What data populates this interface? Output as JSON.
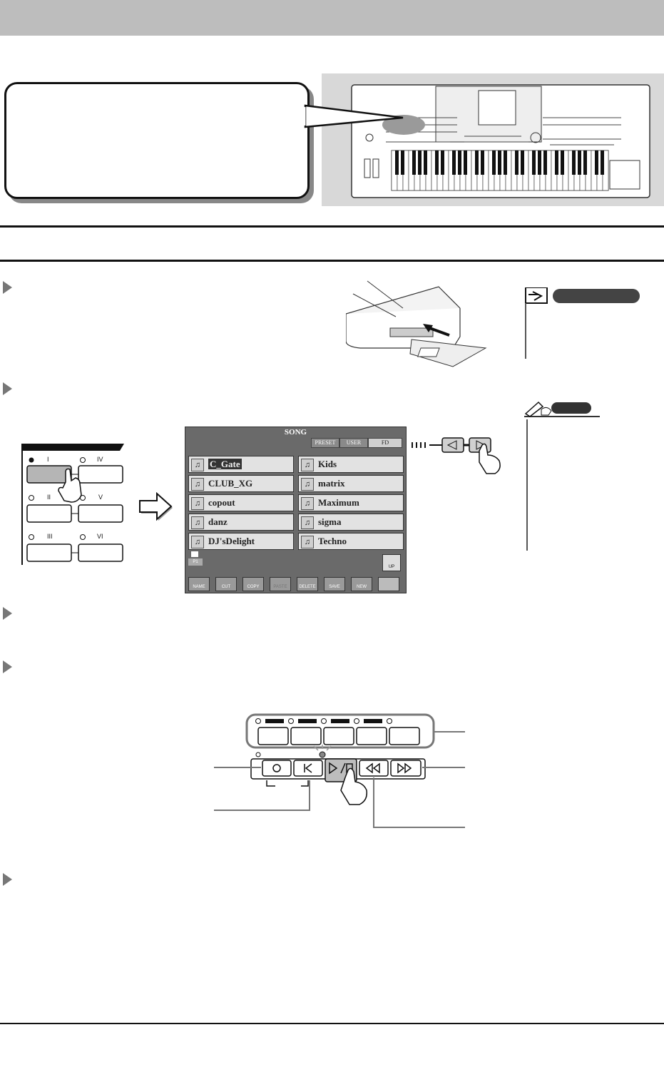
{
  "lcd": {
    "title": "SONG",
    "tabs": [
      "PRESET",
      "USER",
      "FD"
    ],
    "songs_left": [
      "C_Gate",
      "CLUB_XG",
      "copout",
      "danz",
      "DJ'sDelight"
    ],
    "songs_right": [
      "Kids",
      "matrix",
      "Maximum",
      "sigma",
      "Techno"
    ],
    "folder_label": "P1",
    "up_label": "UP",
    "function_buttons": [
      "NAME",
      "CUT",
      "COPY",
      "PASTE",
      "DELETE",
      "SAVE",
      "NEW",
      ""
    ]
  },
  "song_select_panel": {
    "buttons": [
      "I",
      "IV",
      "II",
      "V",
      "III",
      "VI"
    ]
  },
  "icons": [
    "reference-icon",
    "note-pencil-icon",
    "hand-pointer-icon",
    "right-arrow-icon"
  ],
  "colors": {
    "header": "#bdbdbd",
    "panel": "#d8d8d8",
    "triangle": "#777777",
    "lcd": "#6a6a6a"
  }
}
